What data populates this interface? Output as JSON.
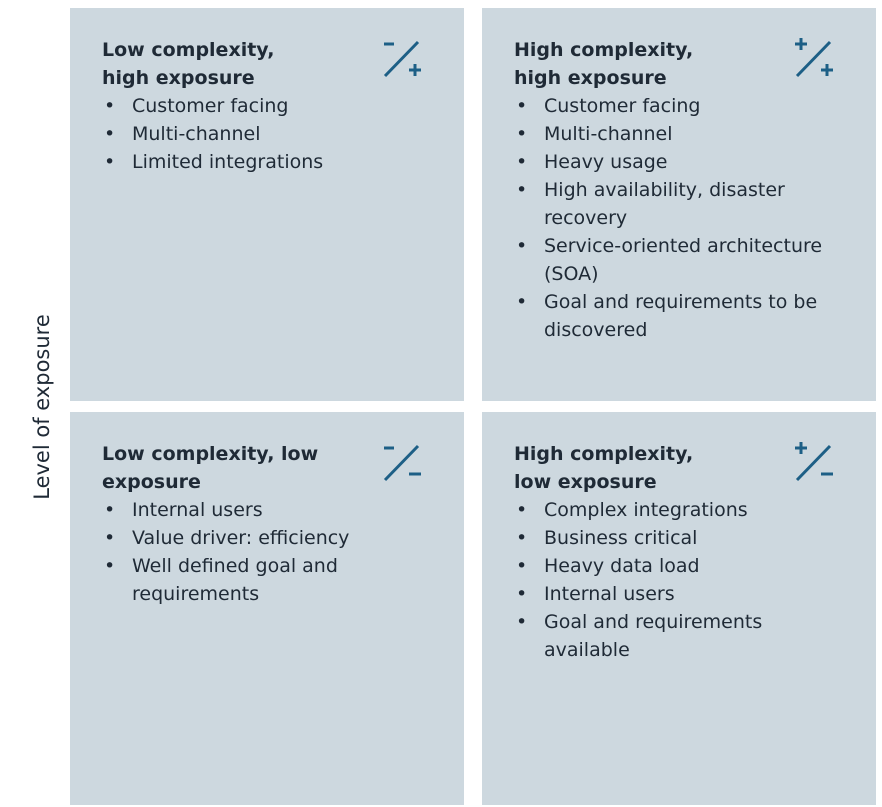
{
  "axis": {
    "y_label": "Level of exposure"
  },
  "quadrants": {
    "top_left": {
      "title": "Low complexity,\nhigh exposure",
      "icon": "minus-plus-icon",
      "items": [
        "Customer facing",
        "Multi-channel",
        "Limited integrations"
      ]
    },
    "top_right": {
      "title": "High complexity,\nhigh exposure",
      "icon": "plus-plus-icon",
      "items": [
        "Customer facing",
        "Multi-channel",
        "Heavy usage",
        "High availability, disaster recovery",
        "Service-oriented architecture (SOA)",
        "Goal and requirements to be discovered"
      ]
    },
    "bottom_left": {
      "title": "Low complexity, low exposure",
      "icon": "minus-minus-icon",
      "items": [
        "Internal users",
        "Value driver: efficiency",
        "Well defined goal and requirements"
      ]
    },
    "bottom_right": {
      "title": "High complexity,\nlow exposure",
      "icon": "plus-minus-icon",
      "items": [
        "Complex integrations",
        "Business critical",
        "Heavy data load",
        "Internal users",
        "Goal and requirements available"
      ]
    }
  },
  "colors": {
    "quadrant_bg": "#cdd8df",
    "icon": "#1d5f86",
    "text": "#1f2a36"
  }
}
